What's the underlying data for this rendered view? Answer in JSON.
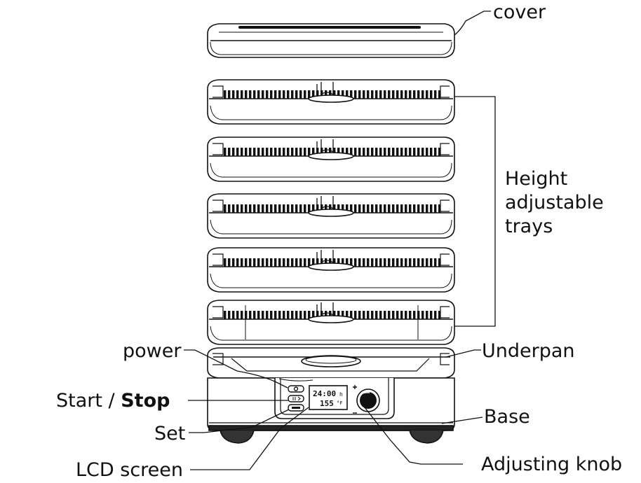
{
  "labels": {
    "cover": "cover",
    "height_line1": "Height",
    "height_line2": "adjustable",
    "height_line3": "trays",
    "underpan": "Underpan",
    "base": "Base",
    "adjusting_knob": "Adjusting knob",
    "power": "power",
    "start": "Start / ",
    "stop": "Stop",
    "set": "Set",
    "lcd_screen": "LCD screen"
  },
  "lcd": {
    "time": "24:00",
    "time_unit": "h",
    "temp": "155",
    "temp_unit": "°F"
  },
  "tray_count": 5
}
